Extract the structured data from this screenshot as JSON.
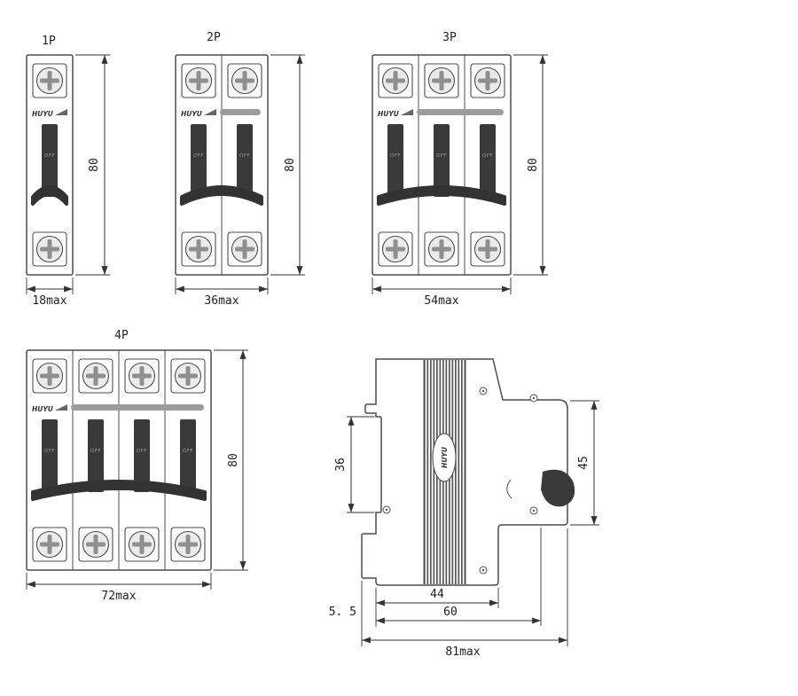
{
  "brand": "HUYU",
  "toggle_label": "OFF",
  "front_views": {
    "p1": {
      "title": "1P",
      "height_dim": "80",
      "width_dim": "18max"
    },
    "p2": {
      "title": "2P",
      "height_dim": "80",
      "width_dim": "36max"
    },
    "p3": {
      "title": "3P",
      "height_dim": "80",
      "width_dim": "54max"
    },
    "p4": {
      "title": "4P",
      "height_dim": "80",
      "width_dim": "72max"
    }
  },
  "side_view": {
    "rail_slot_height": "36",
    "front_section_height": "45",
    "depth_step": "44",
    "depth_body": "60",
    "depth_total": "81max",
    "clip_offset": "5. 5"
  },
  "colors": {
    "outline": "#4d4d4d",
    "dimension": "#333333",
    "handle": "#333333",
    "stripe": "#9c9c9c"
  }
}
